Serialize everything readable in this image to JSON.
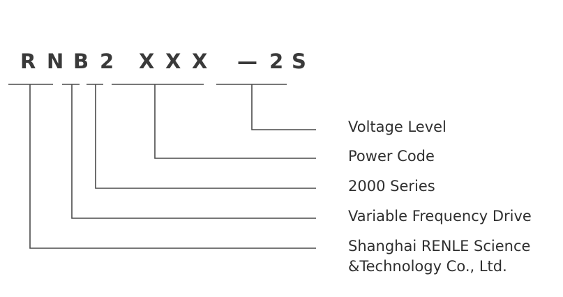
{
  "model_code": {
    "chars": [
      "R",
      "N",
      "B",
      "2",
      "X",
      "X",
      "X",
      "—",
      "2",
      "S"
    ]
  },
  "labels": {
    "voltage_level": "Voltage Level",
    "power_code": "Power Code",
    "series": "2000 Series",
    "drive": "Variable Frequency Drive",
    "company_line1": "Shanghai RENLE Science",
    "company_line2": "&Technology Co., Ltd."
  },
  "colors": {
    "line": "#4a4a4a",
    "text": "#2f2f2f",
    "code_text": "#3a3a3a"
  }
}
